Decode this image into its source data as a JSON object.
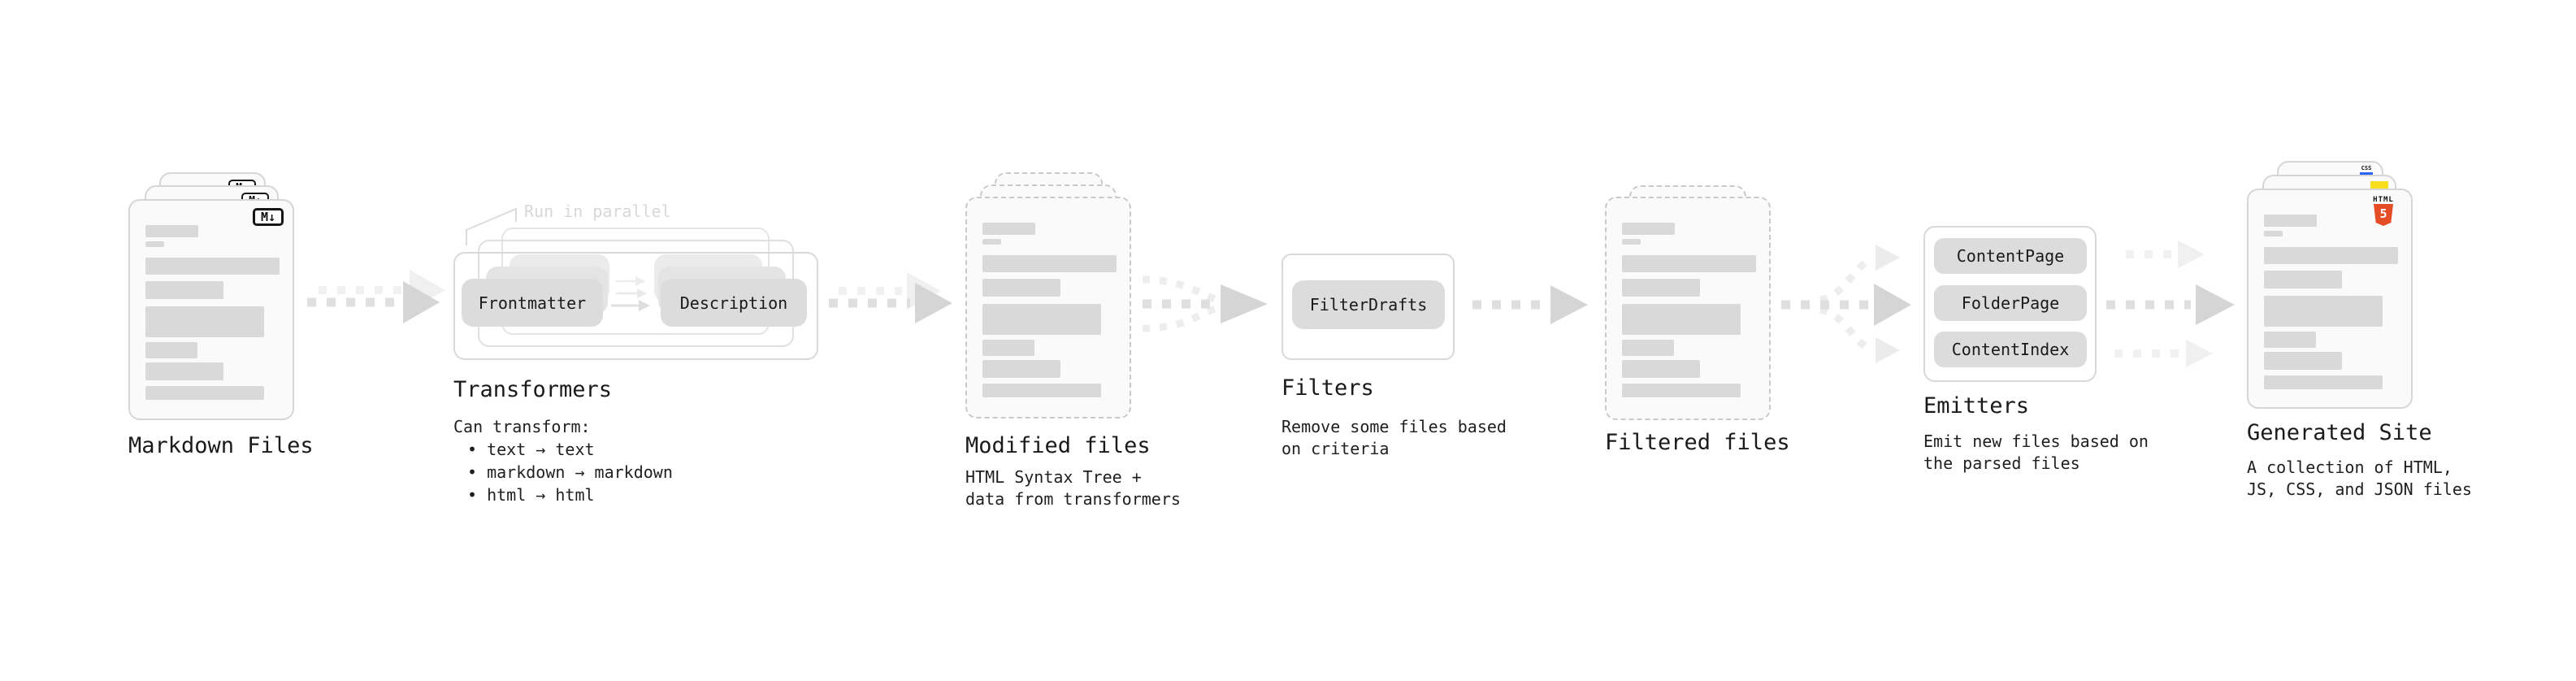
{
  "stages": {
    "markdown": {
      "label": "Markdown Files",
      "badge": "M↓"
    },
    "transformers": {
      "label": "Transformers",
      "note": "Run in parallel",
      "boxes": {
        "frontmatter": "Frontmatter",
        "description": "Description"
      },
      "sub": {
        "intro": "Can transform:",
        "b1": "• text → text",
        "b2": "• markdown → markdown",
        "b3": "• html → html"
      }
    },
    "modified": {
      "label": "Modified files",
      "sub": {
        "l1": "HTML Syntax Tree +",
        "l2": "data from transformers"
      }
    },
    "filters": {
      "label": "Filters",
      "boxes": {
        "filterdrafts": "FilterDrafts"
      },
      "sub": {
        "l1": "Remove some files based",
        "l2": "on criteria"
      }
    },
    "filtered": {
      "label": "Filtered files"
    },
    "emitters": {
      "label": "Emitters",
      "boxes": {
        "contentpage": "ContentPage",
        "folderpage": "FolderPage",
        "contentindex": "ContentIndex"
      },
      "sub": {
        "l1": "Emit new files based on",
        "l2": "the parsed files"
      }
    },
    "site": {
      "label": "Generated Site",
      "sub": {
        "l1": "A collection of HTML,",
        "l2": "JS, CSS, and JSON files"
      },
      "badges": {
        "css": "CSS",
        "html": "HTML",
        "five": "5"
      }
    }
  },
  "colors": {
    "html5_orange": "#e44d26",
    "js_yellow": "#f7df1e",
    "css_blue": "#2965f1",
    "content_bar": "#d9d9d9",
    "arrow_dark": "#d5d5d5",
    "arrow_light": "#f0f0f0",
    "text": "#1a1a1a",
    "note_muted": "#d8d8d8"
  }
}
